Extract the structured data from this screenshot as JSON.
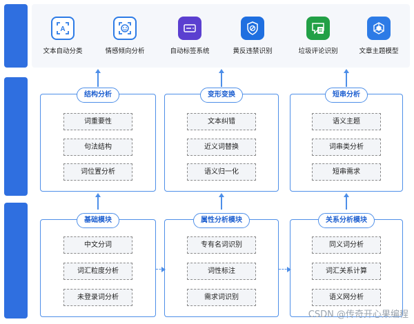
{
  "bands": {
    "top": "",
    "middle": "",
    "bottom": ""
  },
  "apps": [
    {
      "label": "文本自动分类",
      "icon": "text-classify-icon",
      "color": "#ffffff"
    },
    {
      "label": "情感倾向分析",
      "icon": "emotion-face-icon",
      "color": "#ffffff"
    },
    {
      "label": "自动标签系统",
      "icon": "tag-system-icon",
      "color": "#5b3fd0"
    },
    {
      "label": "黄反违禁识别",
      "icon": "shield-ban-icon",
      "color": "#1f6fe0"
    },
    {
      "label": "垃圾评论识别",
      "icon": "spam-comment-icon",
      "color": "#22a046"
    },
    {
      "label": "文章主题模型",
      "icon": "topic-model-icon",
      "color": "#2d7be6"
    }
  ],
  "middle_panels": [
    {
      "title": "结构分析",
      "items": [
        "词重要性",
        "句法结构",
        "词位置分析"
      ]
    },
    {
      "title": "变形变换",
      "items": [
        "文本纠错",
        "近义词替换",
        "语义归一化"
      ]
    },
    {
      "title": "短串分析",
      "items": [
        "语义主题",
        "词串类分析",
        "短串需求"
      ]
    }
  ],
  "bottom_panels": [
    {
      "title": "基础模块",
      "items": [
        "中文分词",
        "词汇粒度分析",
        "未登录词分析"
      ]
    },
    {
      "title": "属性分析模块",
      "items": [
        "专有名词识别",
        "词性标注",
        "需求词识别"
      ]
    },
    {
      "title": "关系分析模块",
      "items": [
        "同义词分析",
        "词汇关系计算",
        "语义网分析"
      ]
    }
  ],
  "watermark": "CSDN @传奇开心果编程"
}
